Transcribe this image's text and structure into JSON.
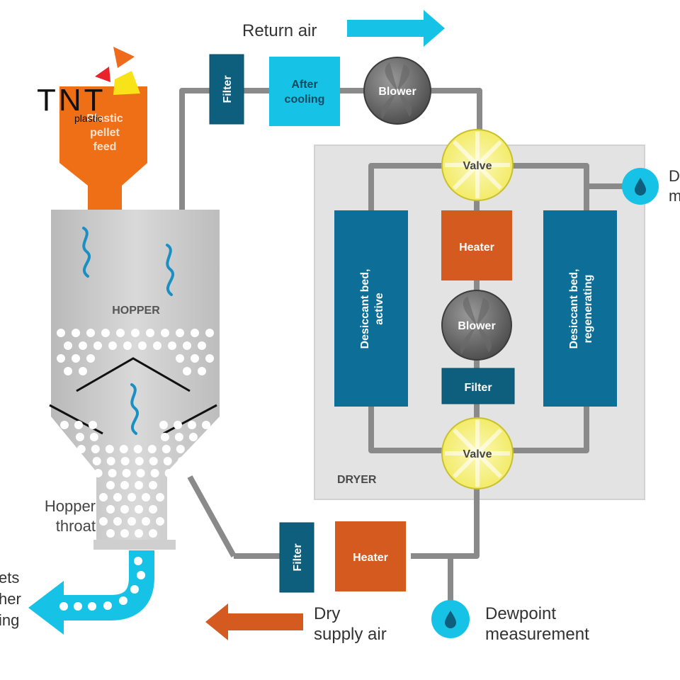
{
  "logo": {
    "letters": "TNT",
    "sub": "plastic"
  },
  "labels": {
    "return_air": "Return air",
    "hopper_throat_line1": "Hopper",
    "hopper_throat_line2": "throat",
    "dry_supply_line1": "Dry",
    "dry_supply_line2": "supply air",
    "dewpoint_line1": "Dewpoint",
    "dewpoint_line2": "measurement",
    "dewpoint_right_line1": "D",
    "dewpoint_right_line2": "m",
    "pellets_out_line1": "ets",
    "pellets_out_line2": "her",
    "pellets_out_line3": "ing"
  },
  "components": {
    "filter_top": "Filter",
    "after_cooling_line1": "After",
    "after_cooling_line2": "cooling",
    "blower_top": "Blower",
    "valve_top": "Valve",
    "valve_bottom": "Valve",
    "heater_dryer": "Heater",
    "blower_dryer": "Blower",
    "filter_dryer": "Filter",
    "bed_active_line1": "Desiccant bed,",
    "bed_active_line2": "active",
    "bed_regen_line1": "Desiccant bed,",
    "bed_regen_line2": "regenerating",
    "dryer_label": "DRYER",
    "hopper_label": "HOPPER",
    "feed_line1": "Plastic",
    "feed_line2": "pellet",
    "feed_line3": "feed",
    "filter_bottom": "Filter",
    "heater_bottom": "Heater"
  },
  "colors": {
    "pipe": "#8a8a8a",
    "cyan": "#16c3e6",
    "teal_dark": "#0e5f7e",
    "bed_blue": "#0d6f98",
    "orange": "#d45a1f",
    "feed_orange": "#ee6f15",
    "valve_yellow": "#f6f07a",
    "dryer_bg": "#e3e3e3",
    "hopper_grey": "#c8c8c8",
    "wave_blue": "#1a8fc4"
  }
}
